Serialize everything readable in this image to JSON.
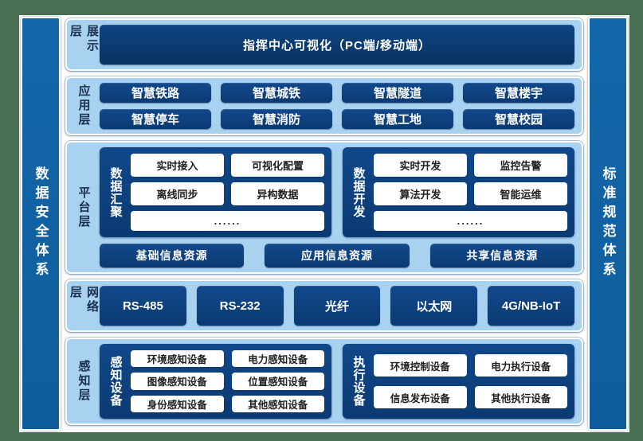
{
  "colors": {
    "frame_green": "#4a6e52",
    "panel_blue": "#a9d2f1",
    "box_navy": "#0a3a72",
    "pillar_blue": "#1368ab",
    "white": "#ffffff"
  },
  "sidebars": {
    "left_label": "数据安全体系",
    "right_label": "标准规范体系"
  },
  "layers": [
    {
      "label": "展示层",
      "box": "指挥中心可视化（PC端/移动端）"
    },
    {
      "label": "应用层",
      "rows": [
        [
          "智慧铁路",
          "智慧城铁",
          "智慧隧道",
          "智慧楼宇"
        ],
        [
          "智慧停车",
          "智慧消防",
          "智慧工地",
          "智慧校园"
        ]
      ]
    },
    {
      "label": "平台层",
      "groups": [
        {
          "label": "数据汇聚",
          "boxes": [
            "实时接入",
            "可视化配置",
            "离线同步",
            "异构数据"
          ],
          "more": "......"
        },
        {
          "label": "数据开发",
          "boxes": [
            "实时开发",
            "监控告警",
            "算法开发",
            "智能运维"
          ],
          "more": "......"
        }
      ],
      "resources": [
        "基础信息资源",
        "应用信息资源",
        "共享信息资源"
      ]
    },
    {
      "label": "网络层",
      "boxes": [
        "RS-485",
        "RS-232",
        "光纤",
        "以太网",
        "4G/NB-IoT"
      ]
    },
    {
      "label": "感知层",
      "groups": [
        {
          "label": "感知设备",
          "boxes": [
            "环境感知设备",
            "电力感知设备",
            "图像感知设备",
            "位置感知设备",
            "身份感知设备",
            "其他感知设备"
          ]
        },
        {
          "label": "执行设备",
          "boxes": [
            "环境控制设备",
            "电力执行设备",
            "信息发布设备",
            "其他执行设备"
          ]
        }
      ]
    }
  ]
}
